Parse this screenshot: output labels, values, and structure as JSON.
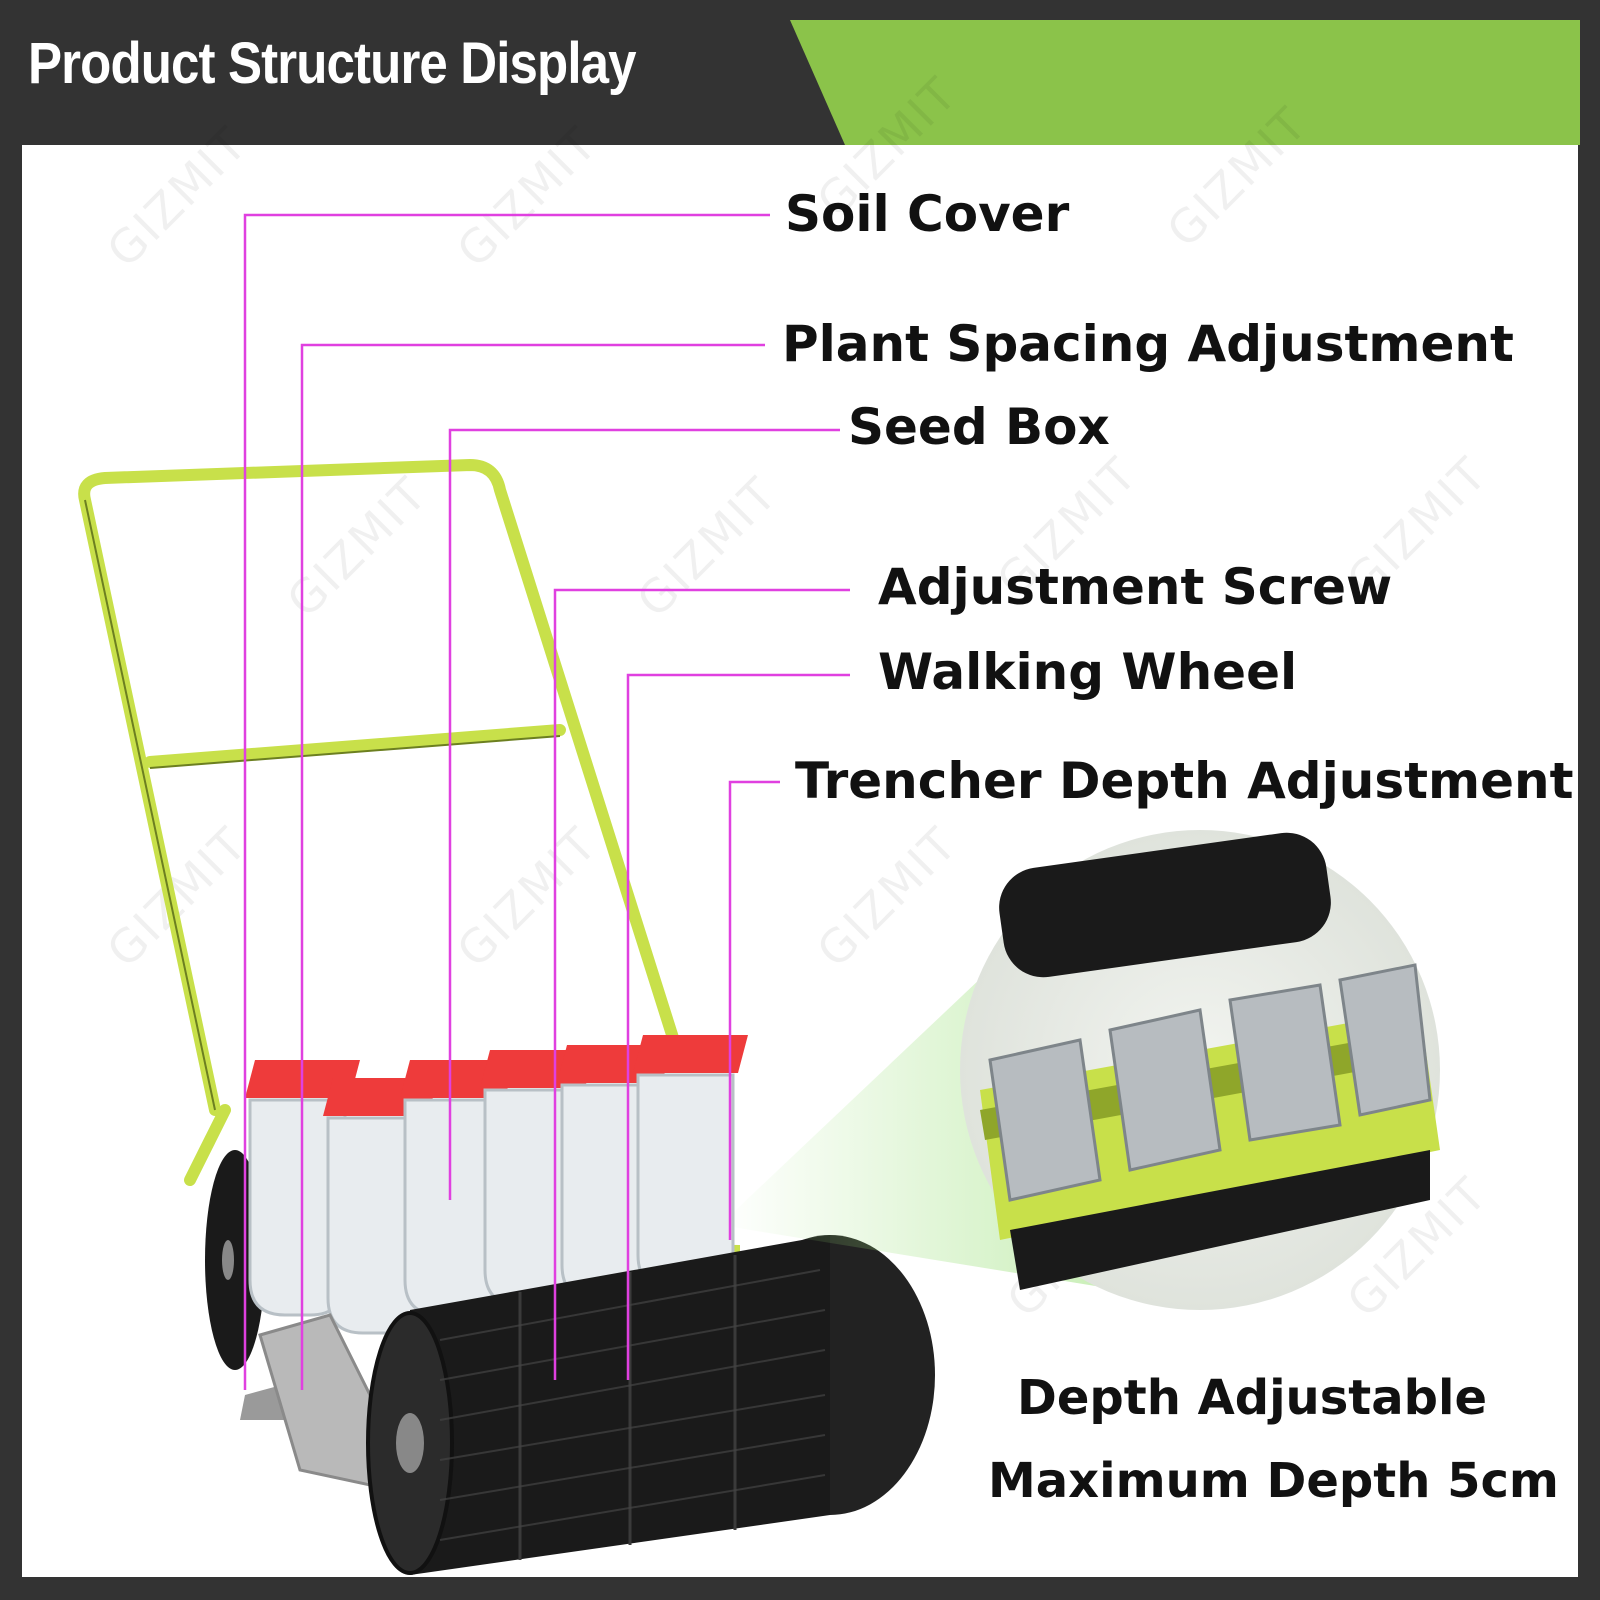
{
  "header": {
    "title": "Product Structure Display",
    "accent_color": "#8bc34a",
    "bar_color": "#333333"
  },
  "watermark": {
    "text": "GIZMIT"
  },
  "callouts": [
    {
      "label": "Soil Cover"
    },
    {
      "label": "Plant Spacing Adjustment"
    },
    {
      "label": "Seed Box"
    },
    {
      "label": "Adjustment Screw"
    },
    {
      "label": "Walking Wheel"
    },
    {
      "label": "Trencher Depth Adjustment"
    }
  ],
  "detail_note": {
    "line1": "Depth Adjustable",
    "line2": "Maximum Depth 5cm"
  },
  "colors": {
    "leader_line": "#e040e0",
    "frame": "#c8e04a",
    "seed_box_lid": "#ee3b3b",
    "wheel": "#1a1a1a"
  }
}
